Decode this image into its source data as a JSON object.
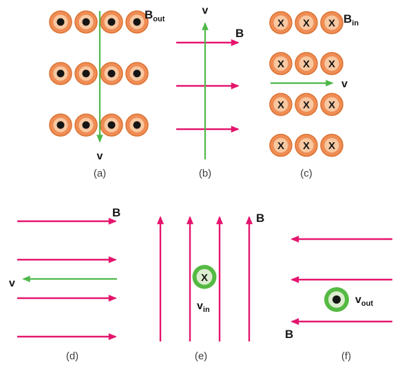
{
  "figure": {
    "description": "Magnetic field B and charge velocity v orientation diagrams",
    "glyphs": {
      "cross": "X"
    },
    "colors": {
      "field_arrow": "#e5146d",
      "velocity": "#4eb748",
      "symbol_ring": "#ef8d55",
      "symbol_ring_edge": "#da7231",
      "symbol_inner": "#f8c8a1",
      "velocity_ring": "#55ba43",
      "velocity_ring_inner": "#ddedd0",
      "ink": "#151515",
      "caption": "#3c3c3c"
    },
    "panels": [
      {
        "id": "a",
        "caption": "(a)",
        "field": {
          "symbol": "circle-dot",
          "meaning": "B out of page",
          "rows": 3,
          "cols": 4
        },
        "field_label": {
          "main": "B",
          "sub": "out"
        },
        "velocity": {
          "direction": "down"
        },
        "velocity_label": {
          "main": "v",
          "sub": ""
        }
      },
      {
        "id": "b",
        "caption": "(b)",
        "field": {
          "symbol": "arrow-right",
          "meaning": "B to the right",
          "count": 3
        },
        "field_label": {
          "main": "B",
          "sub": ""
        },
        "velocity": {
          "direction": "up"
        },
        "velocity_label": {
          "main": "v",
          "sub": ""
        }
      },
      {
        "id": "c",
        "caption": "(c)",
        "field": {
          "symbol": "circle-cross",
          "meaning": "B into page",
          "rows": 4,
          "cols": 3
        },
        "field_label": {
          "main": "B",
          "sub": "in"
        },
        "velocity": {
          "direction": "right"
        },
        "velocity_label": {
          "main": "v",
          "sub": ""
        }
      },
      {
        "id": "d",
        "caption": "(d)",
        "field": {
          "symbol": "arrow-right",
          "meaning": "B to the right",
          "count": 4
        },
        "field_label": {
          "main": "B",
          "sub": ""
        },
        "velocity": {
          "direction": "left"
        },
        "velocity_label": {
          "main": "v",
          "sub": ""
        }
      },
      {
        "id": "e",
        "caption": "(e)",
        "field": {
          "symbol": "arrow-up",
          "meaning": "B upward",
          "count": 4
        },
        "field_label": {
          "main": "B",
          "sub": ""
        },
        "velocity": {
          "direction": "into-page",
          "symbol": "circle-cross-green"
        },
        "velocity_label": {
          "main": "v",
          "sub": "in"
        }
      },
      {
        "id": "f",
        "caption": "(f)",
        "field": {
          "symbol": "arrow-left",
          "meaning": "B to the left",
          "count": 3
        },
        "field_label": {
          "main": "B",
          "sub": ""
        },
        "velocity": {
          "direction": "out-of-page",
          "symbol": "circle-dot-green"
        },
        "velocity_label": {
          "main": "v",
          "sub": "out"
        }
      }
    ]
  }
}
